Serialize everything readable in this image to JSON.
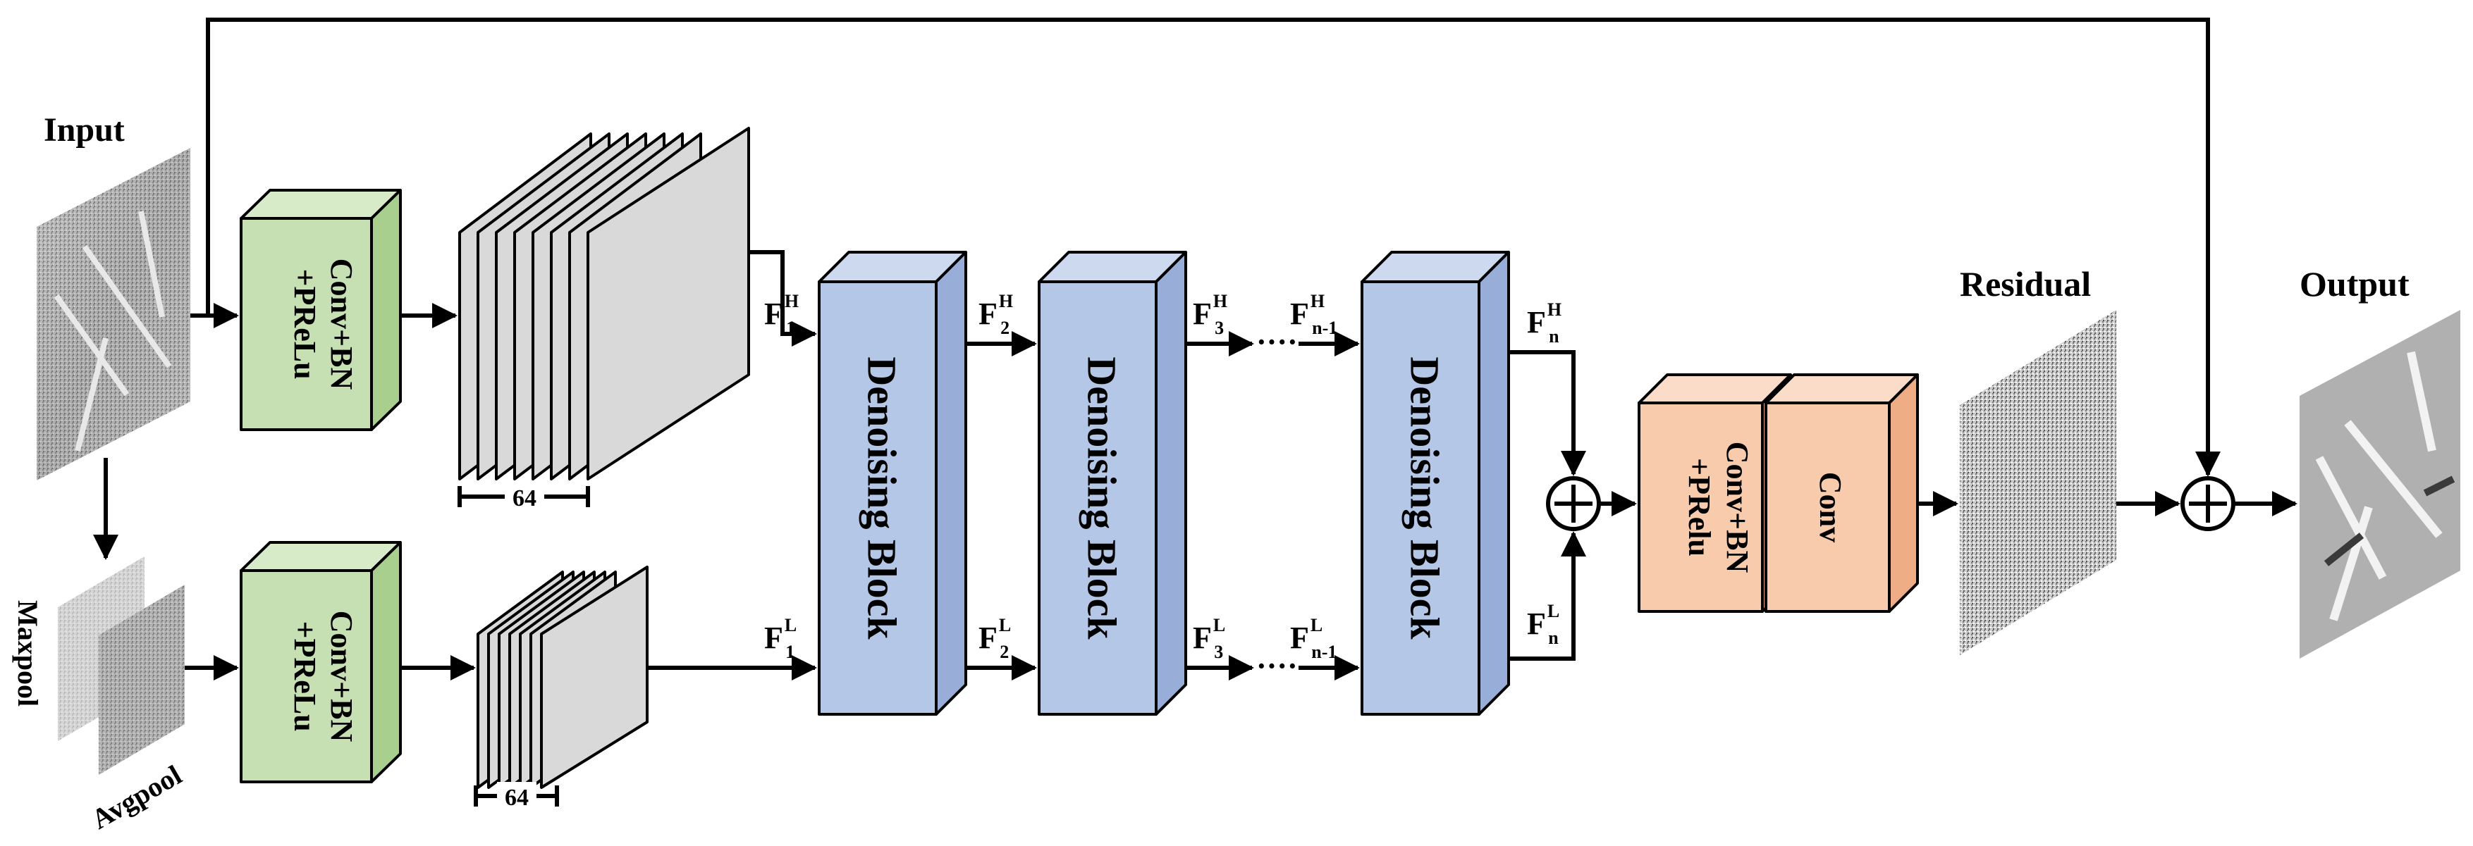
{
  "labels": {
    "input": "Input",
    "output": "Output",
    "residual": "Residual",
    "maxpool": "Maxpool",
    "avgpool": "Avgpool",
    "conv_bn_prelu_a": "Conv+BN",
    "conv_bn_prelu_b": "+PReLu",
    "conv_bn_prelu_c": "Conv+BN",
    "conv_bn_prelu_d": "+PReLu",
    "conv_bn_prelu_out_a": "Conv+BN",
    "conv_bn_prelu_out_b": "+PRelu",
    "conv": "Conv",
    "denoising_block": "Denoising Block",
    "channels_top": "64",
    "channels_bottom": "64",
    "F": "F",
    "H": "H",
    "L": "L",
    "sub1": "1",
    "sub2": "2",
    "sub3": "3",
    "subn1": "n-1",
    "subn": "n",
    "ellipsis": "····"
  },
  "colors": {
    "green": "#c6e0b4",
    "blue": "#b4c7e7",
    "orange": "#f8cbad",
    "map": "#d9d9d9"
  }
}
